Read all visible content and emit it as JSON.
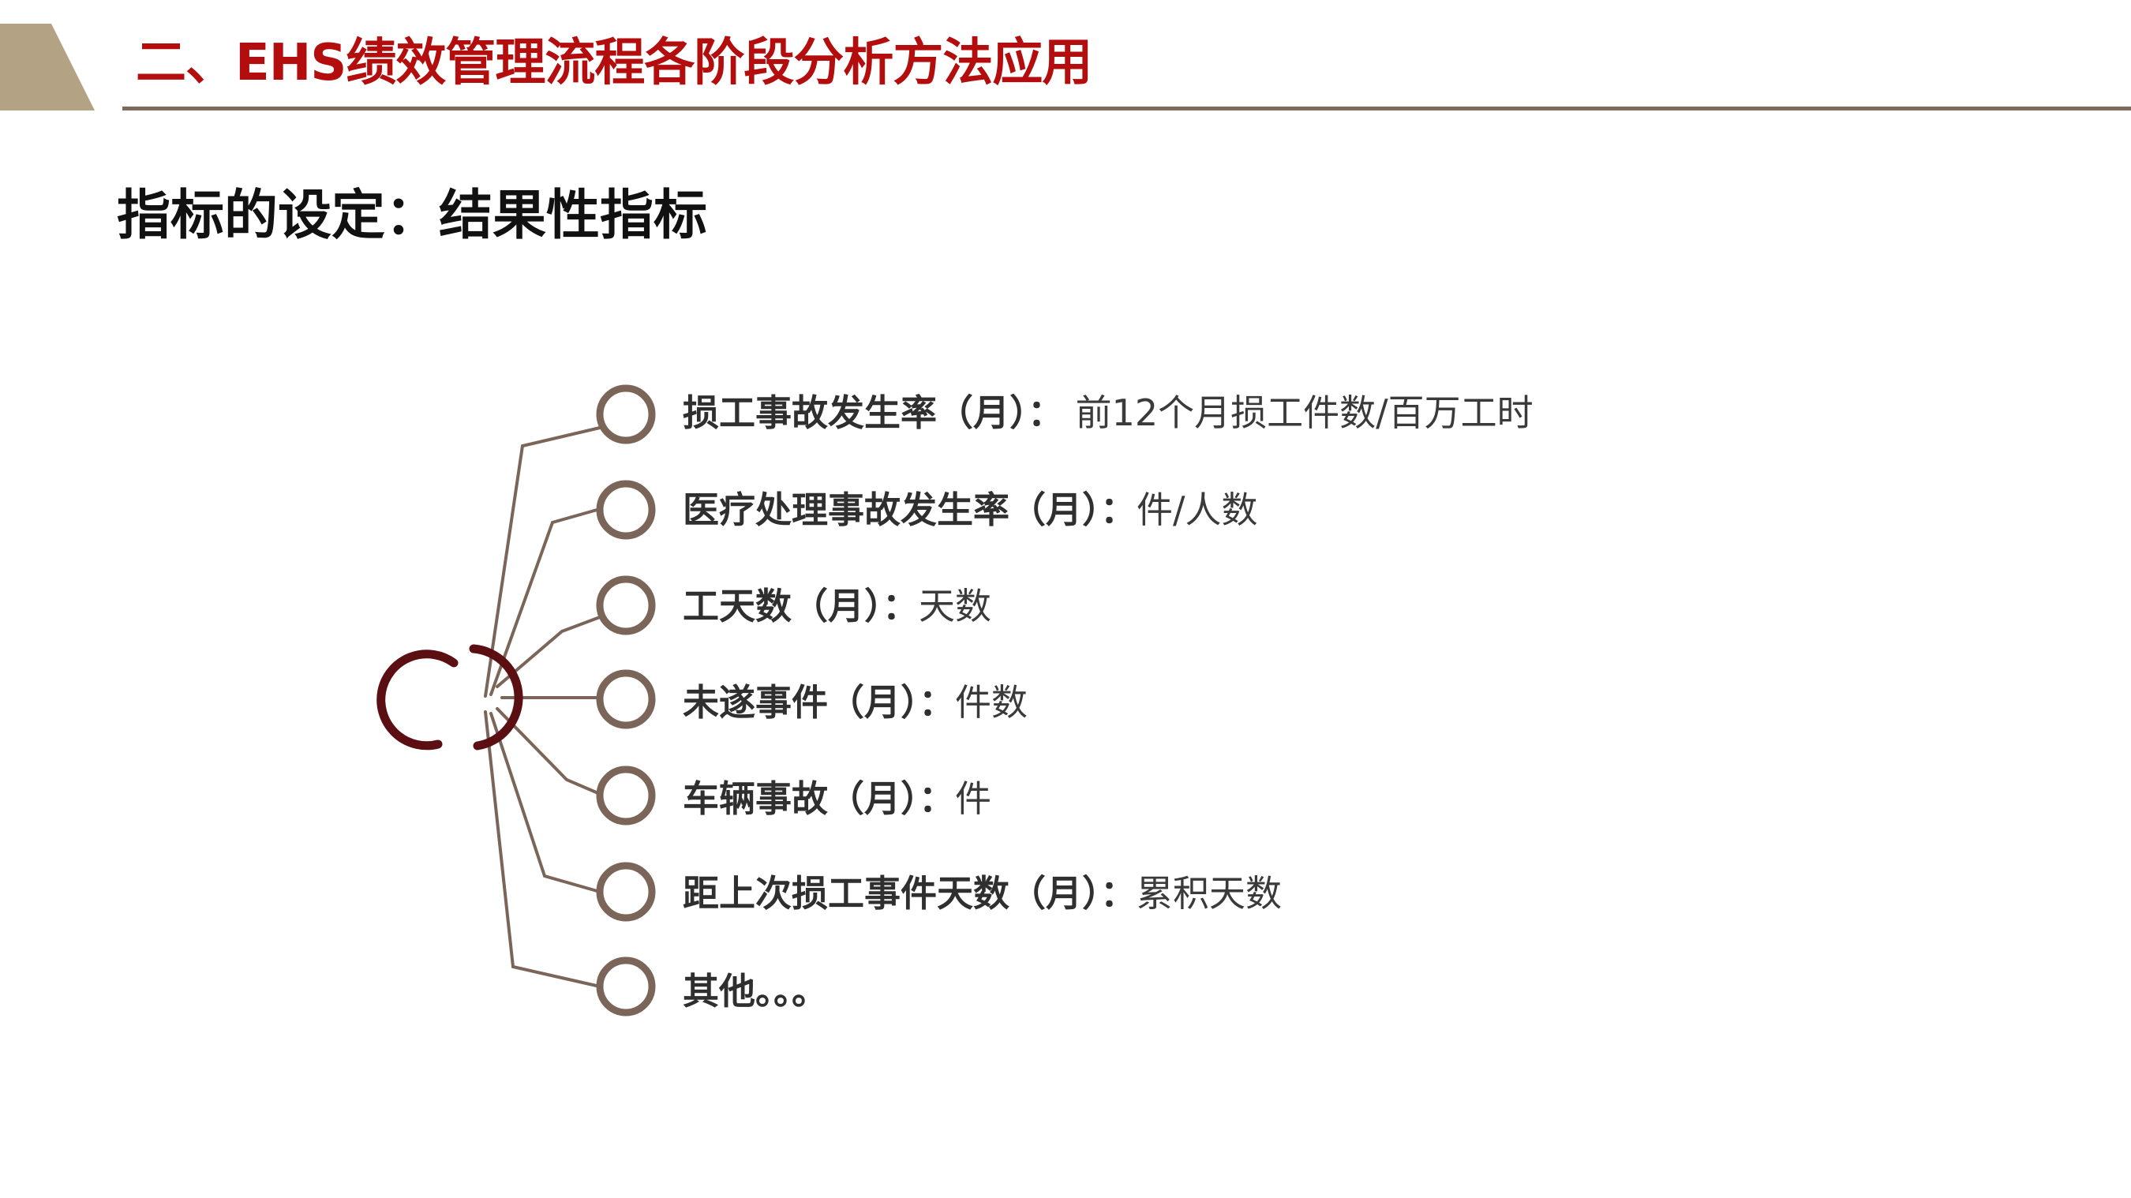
{
  "header": {
    "title": "二、EHS绩效管理流程各阶段分析方法应用"
  },
  "subtitle": "指标的设定：结果性指标",
  "colors": {
    "accent_red": "#b30d0d",
    "tan": "#b3a283",
    "line_brown": "#7f6a5a",
    "hub_dark_red": "#5c0f12"
  },
  "items": [
    {
      "label": "损工事故发生率（月）：",
      "value": " 前12个月损工件数/百万工时"
    },
    {
      "label": "医疗处理事故发生率（月）：",
      "value": "件/人数"
    },
    {
      "label": "工天数（月）：",
      "value": "天数"
    },
    {
      "label": "未遂事件（月）：",
      "value": "件数"
    },
    {
      "label": "车辆事故（月）：",
      "value": "件"
    },
    {
      "label": "距上次损工事件天数（月）：",
      "value": "累积天数"
    },
    {
      "label": "其他。。。",
      "value": ""
    }
  ]
}
